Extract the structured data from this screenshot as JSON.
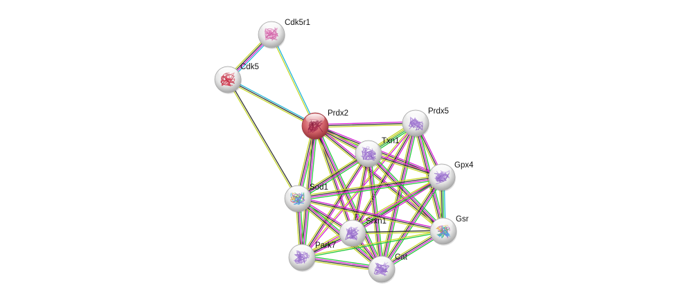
{
  "network": {
    "nodes": [
      {
        "id": "Cdk5r1",
        "label": "Cdk5r1",
        "highlight": false,
        "art": "pink"
      },
      {
        "id": "Cdk5",
        "label": "Cdk5",
        "highlight": false,
        "art": "red"
      },
      {
        "id": "Prdx2",
        "label": "Prdx2",
        "highlight": true,
        "art": "darkred"
      },
      {
        "id": "Prdx5",
        "label": "Prdx5",
        "highlight": false,
        "art": "purple"
      },
      {
        "id": "Txn1",
        "label": "Txn1",
        "highlight": false,
        "art": "purple"
      },
      {
        "id": "Gpx4",
        "label": "Gpx4",
        "highlight": false,
        "art": "purple"
      },
      {
        "id": "Sod1",
        "label": "Sod1",
        "highlight": false,
        "art": "rainbow"
      },
      {
        "id": "Srxn1",
        "label": "Srxn1",
        "highlight": false,
        "art": "purple"
      },
      {
        "id": "Gsr",
        "label": "Gsr",
        "highlight": false,
        "art": "rainbow"
      },
      {
        "id": "Park7",
        "label": "Park7",
        "highlight": false,
        "art": "purple"
      },
      {
        "id": "Cat",
        "label": "Cat",
        "highlight": false,
        "art": "purple"
      }
    ],
    "edges": [
      {
        "source": "Cdk5r1",
        "target": "Cdk5",
        "evidence": [
          "cyan",
          "magenta",
          "black",
          "yellow"
        ]
      },
      {
        "source": "Cdk5r1",
        "target": "Prdx2",
        "evidence": [
          "cyan",
          "yellow"
        ]
      },
      {
        "source": "Cdk5",
        "target": "Prdx2",
        "evidence": [
          "cyan",
          "black",
          "yellow"
        ]
      },
      {
        "source": "Cdk5",
        "target": "Sod1",
        "evidence": [
          "black",
          "yellow"
        ]
      },
      {
        "source": "Prdx2",
        "target": "Prdx5",
        "evidence": [
          "magenta",
          "black",
          "yellow"
        ]
      },
      {
        "source": "Prdx2",
        "target": "Txn1",
        "evidence": [
          "green",
          "magenta",
          "black",
          "yellow"
        ]
      },
      {
        "source": "Prdx2",
        "target": "Gpx4",
        "evidence": [
          "magenta",
          "black",
          "yellow"
        ]
      },
      {
        "source": "Prdx2",
        "target": "Sod1",
        "evidence": [
          "green",
          "magenta",
          "black",
          "yellow"
        ]
      },
      {
        "source": "Prdx2",
        "target": "Srxn1",
        "evidence": [
          "magenta",
          "black",
          "yellow"
        ]
      },
      {
        "source": "Prdx2",
        "target": "Gsr",
        "evidence": [
          "magenta",
          "black",
          "yellow"
        ]
      },
      {
        "source": "Prdx2",
        "target": "Park7",
        "evidence": [
          "green",
          "magenta",
          "black",
          "yellow"
        ]
      },
      {
        "source": "Prdx2",
        "target": "Cat",
        "evidence": [
          "green",
          "magenta",
          "black",
          "yellow"
        ]
      },
      {
        "source": "Prdx5",
        "target": "Txn1",
        "evidence": [
          "green",
          "magenta",
          "black",
          "yellow"
        ]
      },
      {
        "source": "Prdx5",
        "target": "Gpx4",
        "evidence": [
          "magenta",
          "black",
          "yellow"
        ]
      },
      {
        "source": "Prdx5",
        "target": "Sod1",
        "evidence": [
          "green",
          "yellow"
        ]
      },
      {
        "source": "Prdx5",
        "target": "Srxn1",
        "evidence": [
          "magenta",
          "black",
          "yellow"
        ]
      },
      {
        "source": "Prdx5",
        "target": "Gsr",
        "evidence": [
          "green",
          "magenta",
          "black",
          "yellow"
        ]
      },
      {
        "source": "Prdx5",
        "target": "Park7",
        "evidence": [
          "magenta",
          "yellow"
        ]
      },
      {
        "source": "Prdx5",
        "target": "Cat",
        "evidence": [
          "green",
          "magenta",
          "black",
          "yellow"
        ]
      },
      {
        "source": "Txn1",
        "target": "Gpx4",
        "evidence": [
          "magenta",
          "black",
          "yellow"
        ]
      },
      {
        "source": "Txn1",
        "target": "Sod1",
        "evidence": [
          "green",
          "magenta",
          "black",
          "yellow"
        ]
      },
      {
        "source": "Txn1",
        "target": "Srxn1",
        "evidence": [
          "magenta",
          "black",
          "yellow"
        ]
      },
      {
        "source": "Txn1",
        "target": "Gsr",
        "evidence": [
          "green",
          "magenta",
          "black",
          "yellow"
        ]
      },
      {
        "source": "Txn1",
        "target": "Park7",
        "evidence": [
          "magenta",
          "black",
          "yellow"
        ]
      },
      {
        "source": "Txn1",
        "target": "Cat",
        "evidence": [
          "green",
          "magenta",
          "black",
          "yellow"
        ]
      },
      {
        "source": "Gpx4",
        "target": "Sod1",
        "evidence": [
          "green",
          "magenta",
          "black",
          "yellow"
        ]
      },
      {
        "source": "Gpx4",
        "target": "Srxn1",
        "evidence": [
          "magenta",
          "black",
          "yellow"
        ]
      },
      {
        "source": "Gpx4",
        "target": "Gsr",
        "evidence": [
          "cyan",
          "green",
          "black",
          "yellow"
        ]
      },
      {
        "source": "Gpx4",
        "target": "Park7",
        "evidence": [
          "green",
          "magenta",
          "yellow"
        ]
      },
      {
        "source": "Gpx4",
        "target": "Cat",
        "evidence": [
          "green",
          "magenta",
          "black",
          "yellow"
        ]
      },
      {
        "source": "Sod1",
        "target": "Srxn1",
        "evidence": [
          "magenta",
          "black",
          "yellow"
        ]
      },
      {
        "source": "Sod1",
        "target": "Gsr",
        "evidence": [
          "magenta",
          "black",
          "yellow"
        ]
      },
      {
        "source": "Sod1",
        "target": "Park7",
        "evidence": [
          "green",
          "magenta",
          "black",
          "yellow"
        ]
      },
      {
        "source": "Sod1",
        "target": "Cat",
        "evidence": [
          "green",
          "magenta",
          "black",
          "yellow"
        ]
      },
      {
        "source": "Srxn1",
        "target": "Gsr",
        "evidence": [
          "black",
          "yellow"
        ]
      },
      {
        "source": "Srxn1",
        "target": "Park7",
        "evidence": [
          "magenta",
          "black",
          "yellow"
        ]
      },
      {
        "source": "Srxn1",
        "target": "Cat",
        "evidence": [
          "magenta",
          "black",
          "yellow"
        ]
      },
      {
        "source": "Gsr",
        "target": "Park7",
        "evidence": [
          "green",
          "yellow"
        ]
      },
      {
        "source": "Gsr",
        "target": "Cat",
        "evidence": [
          "green",
          "magenta",
          "black",
          "yellow"
        ]
      },
      {
        "source": "Park7",
        "target": "Cat",
        "evidence": [
          "green",
          "magenta",
          "black",
          "yellow"
        ]
      }
    ],
    "evidence_colors": {
      "cyan": "#22b5d8",
      "magenta": "#d51cd5",
      "black": "#333333",
      "yellow": "#c6d82a",
      "green": "#22c93a"
    },
    "node_colors": {
      "default": "#d6d6d6",
      "highlight": "#c9474f"
    }
  }
}
